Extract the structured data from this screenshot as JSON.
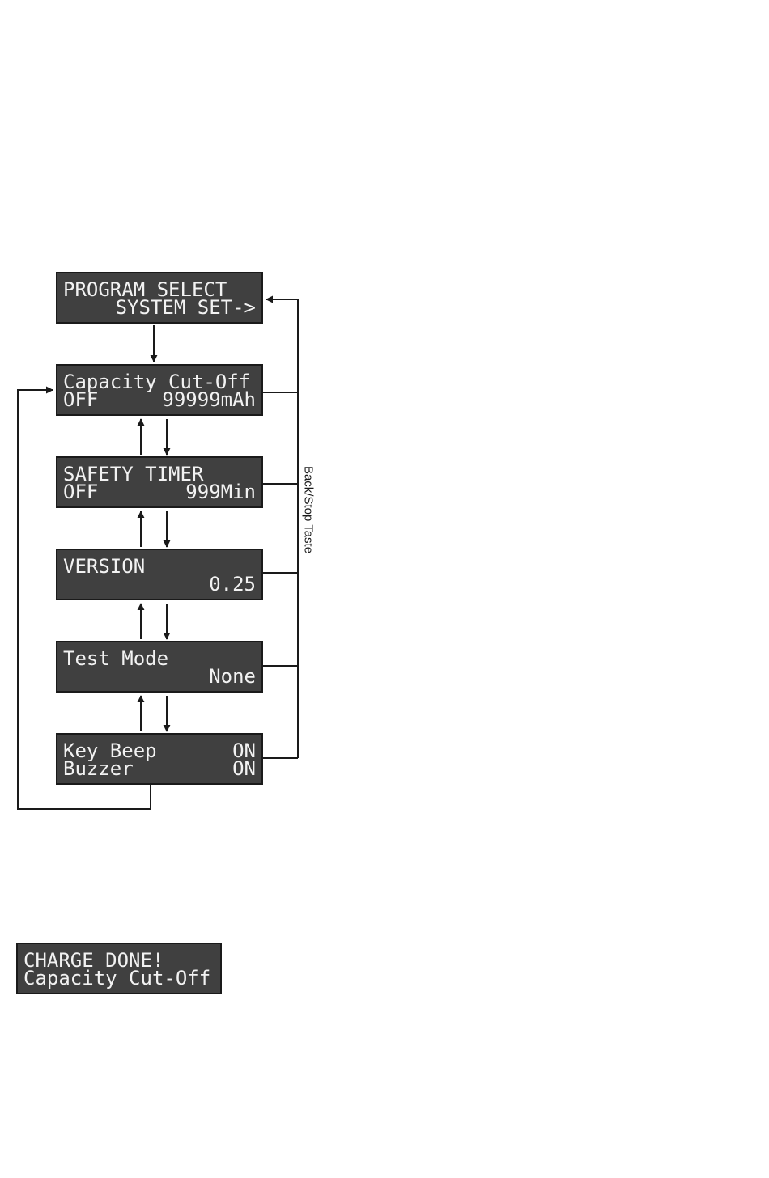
{
  "menu": {
    "program_select": {
      "line1": "PROGRAM SELECT",
      "line2": "SYSTEM SET->"
    },
    "capacity_cutoff": {
      "title": "Capacity Cut-Off",
      "state": "OFF",
      "value": "99999mAh"
    },
    "safety_timer": {
      "title": "SAFETY TIMER",
      "state": "OFF",
      "value": "999Min"
    },
    "version": {
      "title": "VERSION",
      "value": "0.25"
    },
    "test_mode": {
      "title": "Test Mode",
      "value": "None"
    },
    "beep_buzzer": {
      "key_beep_label": "Key Beep",
      "key_beep_value": "ON",
      "buzzer_label": "Buzzer",
      "buzzer_value": "ON"
    }
  },
  "back_stop_label": "Back/Stop Taste",
  "charge_done": {
    "line1": "CHARGE DONE!",
    "line2": "Capacity Cut-Off"
  },
  "colors": {
    "lcd_background": "#404040",
    "lcd_text": "#f2f2f2",
    "lines": "#1a1a1a"
  }
}
